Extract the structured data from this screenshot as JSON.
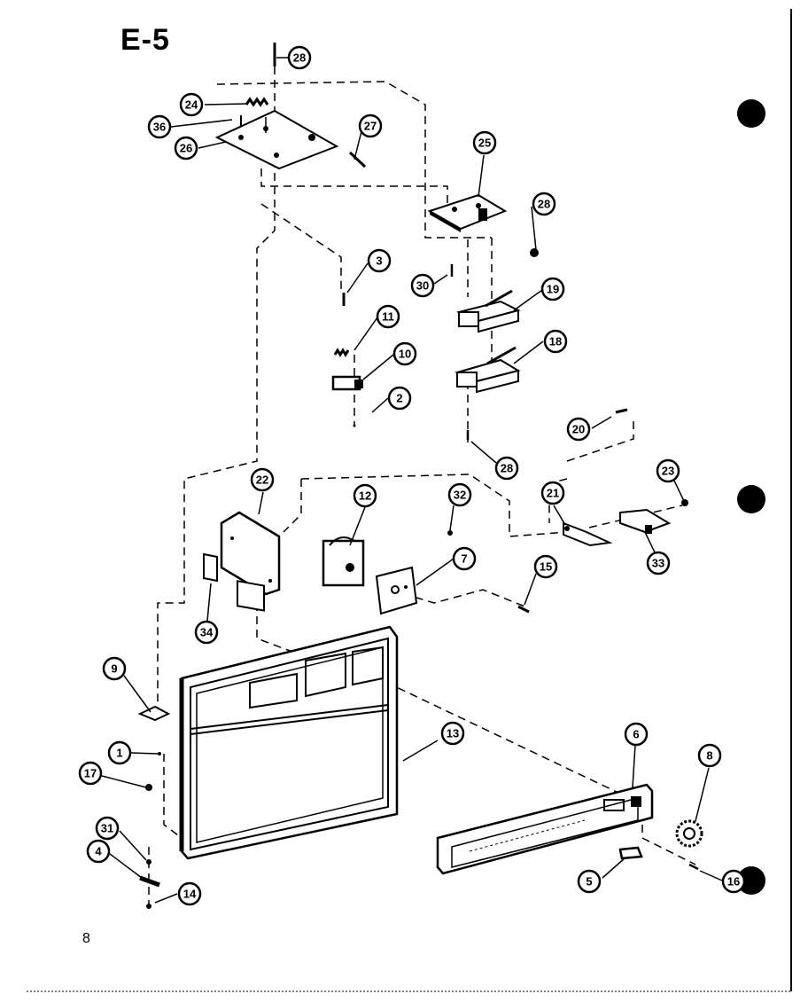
{
  "title": "E-5",
  "page_number": "8",
  "callouts": [
    {
      "id": "c1",
      "label": "28"
    },
    {
      "id": "c2",
      "label": "24"
    },
    {
      "id": "c3",
      "label": "36"
    },
    {
      "id": "c4",
      "label": "26"
    },
    {
      "id": "c5",
      "label": "27"
    },
    {
      "id": "c6",
      "label": "25"
    },
    {
      "id": "c7",
      "label": "28"
    },
    {
      "id": "c8",
      "label": "3"
    },
    {
      "id": "c9",
      "label": "30"
    },
    {
      "id": "c10",
      "label": "19"
    },
    {
      "id": "c11",
      "label": "11"
    },
    {
      "id": "c12",
      "label": "10"
    },
    {
      "id": "c13",
      "label": "18"
    },
    {
      "id": "c14",
      "label": "2"
    },
    {
      "id": "c15",
      "label": "20"
    },
    {
      "id": "c16",
      "label": "28"
    },
    {
      "id": "c17",
      "label": "23"
    },
    {
      "id": "c18",
      "label": "22"
    },
    {
      "id": "c19",
      "label": "12"
    },
    {
      "id": "c20",
      "label": "32"
    },
    {
      "id": "c21",
      "label": "21"
    },
    {
      "id": "c22",
      "label": "7"
    },
    {
      "id": "c23",
      "label": "15"
    },
    {
      "id": "c24",
      "label": "33"
    },
    {
      "id": "c25",
      "label": "34"
    },
    {
      "id": "c26",
      "label": "9"
    },
    {
      "id": "c27",
      "label": "13"
    },
    {
      "id": "c28",
      "label": "1"
    },
    {
      "id": "c29",
      "label": "17"
    },
    {
      "id": "c30",
      "label": "6"
    },
    {
      "id": "c31",
      "label": "8"
    },
    {
      "id": "c32",
      "label": "31"
    },
    {
      "id": "c33",
      "label": "4"
    },
    {
      "id": "c34",
      "label": "14"
    },
    {
      "id": "c35",
      "label": "5"
    },
    {
      "id": "c36",
      "label": "16"
    }
  ],
  "colors": {
    "ink": "#000000",
    "paper": "#ffffff"
  }
}
